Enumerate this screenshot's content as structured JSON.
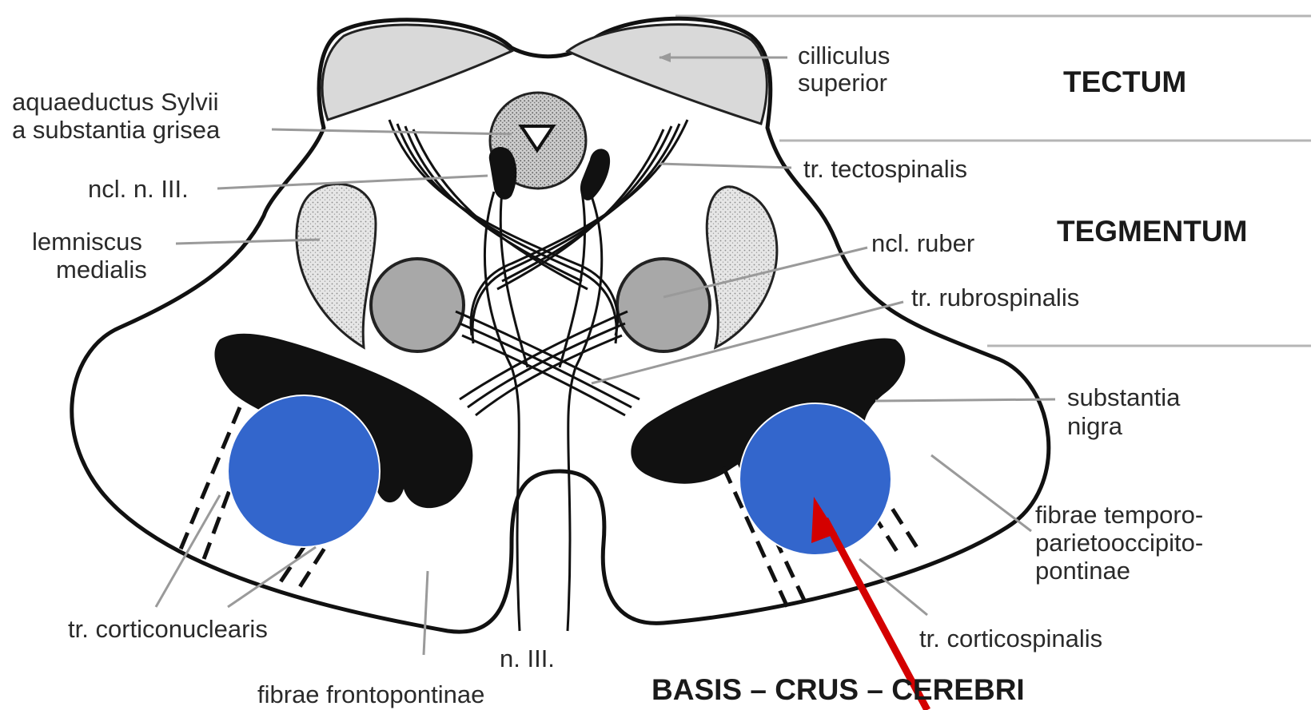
{
  "labels": {
    "colliculus": [
      "cilliculus",
      "superior"
    ],
    "aqueduct": [
      "aquaeductus Sylvii",
      "a substantia grisea"
    ],
    "ncl_n_iii": "ncl. n. III.",
    "lemniscus": [
      "lemniscus",
      "medialis"
    ],
    "tectospinalis": "tr. tectospinalis",
    "ncl_ruber": "ncl. ruber",
    "rubrospinalis": "tr. rubrospinalis",
    "substantia_nigra": [
      "substantia",
      "nigra"
    ],
    "temporo": [
      "fibrae temporo-",
      "parietooccipito-",
      "pontinae"
    ],
    "corticonuclearis": "tr. corticonuclearis",
    "corticospinalis": "tr. corticospinalis",
    "n_iii": "n. III.",
    "frontopontinae": "fibrae frontopontinae"
  },
  "regions": {
    "tectum": "TECTUM",
    "tegmentum": "TEGMENTUM",
    "basis": "BASIS – CRUS – CEREBRI"
  },
  "colors": {
    "marker_blue": "#3366cc",
    "arrow_red": "#d40000",
    "colliculus_fill": "#d9d9d9",
    "ruber_fill": "#a8a8a8",
    "nigra_fill": "#111111"
  }
}
